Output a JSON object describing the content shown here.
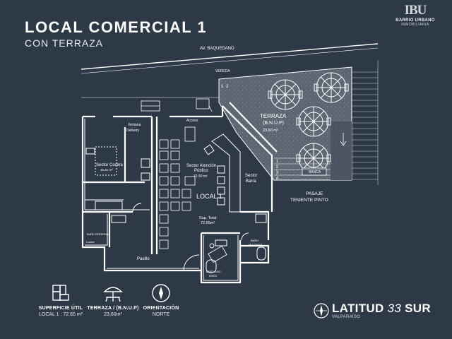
{
  "header": {
    "title": "LOCAL COMERCIAL 1",
    "subtitle": "CON TERRAZA"
  },
  "brand": {
    "mark": "IBU",
    "line1": "BARRIO URBANO",
    "line2": "INMOBILIARIA"
  },
  "plan": {
    "street": "AV. BAQUEDANO",
    "sidewalk": "VEREDA",
    "terrace_title": "TERRAZA",
    "terrace_code": "(B.N.U.P)",
    "terrace_area": "23.60 m²",
    "window": "Ventana",
    "window_2": "Delivery",
    "access": "Acceso",
    "kitchen": "Sector Cocina",
    "kitchen_area": "15.41 m²",
    "attention_1": "Sector Atención",
    "attention_2": "Público",
    "attention_area": "31.50 m²",
    "bar_1": "Sector",
    "bar_2": "Barra",
    "local": "LOCAL 1",
    "total_1": "Sup. Total:",
    "total_2": "72.65m²",
    "staff_bath": "BAÑO PERSONAL",
    "locker": "Locker",
    "hall": "Pasillo",
    "women_bath_1": "BAÑO",
    "women_bath_2": "MUJERES",
    "disabled_bath_1": "BAÑO DISC.",
    "disabled_bath_2": "INSEX",
    "passage_1": "PASAJE",
    "passage_2": "TENIENTE PINTO",
    "bench": "BANCA",
    "step_1": "1",
    "step_2": "2",
    "step_3": "3",
    "step_4": "4",
    "corner_1": "1",
    "corner_2": "2"
  },
  "legend": [
    {
      "label": "SUPERFICIE ÚTIL",
      "value": "LOCAL 1 : 72.65 m²",
      "icon": "floor-plan-icon"
    },
    {
      "label": "TERRAZA / (B.N.U.P)",
      "value": "23,60m²",
      "icon": "table-umbrella-icon"
    },
    {
      "label": "ORIENTACIÓN",
      "value": "NORTE",
      "icon": "compass-icon"
    }
  ],
  "footer": {
    "name_prefix": "LATITUD",
    "name_number": "33",
    "name_suffix": "SUR",
    "city": "VALPARAÍSO"
  },
  "colors": {
    "background": "#2e3947",
    "lines": "#ffffff",
    "terrace_fill": "#5c6672"
  }
}
